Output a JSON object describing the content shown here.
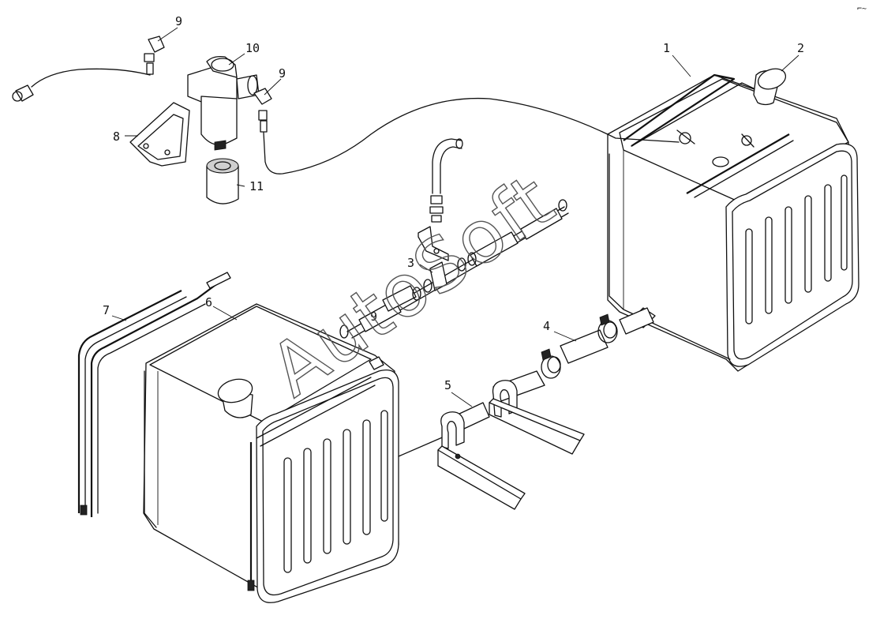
{
  "diagram": {
    "callouts": {
      "c1": "1",
      "c2": "2",
      "c3": "3",
      "c4": "4",
      "c5": "5",
      "c6": "6",
      "c7": "7",
      "c8": "8",
      "c9a": "9",
      "c9b": "9",
      "c9c": "9",
      "c10": "10",
      "c11": "11"
    },
    "watermark": "AutoSoft",
    "corner_mark": "⌐~"
  }
}
